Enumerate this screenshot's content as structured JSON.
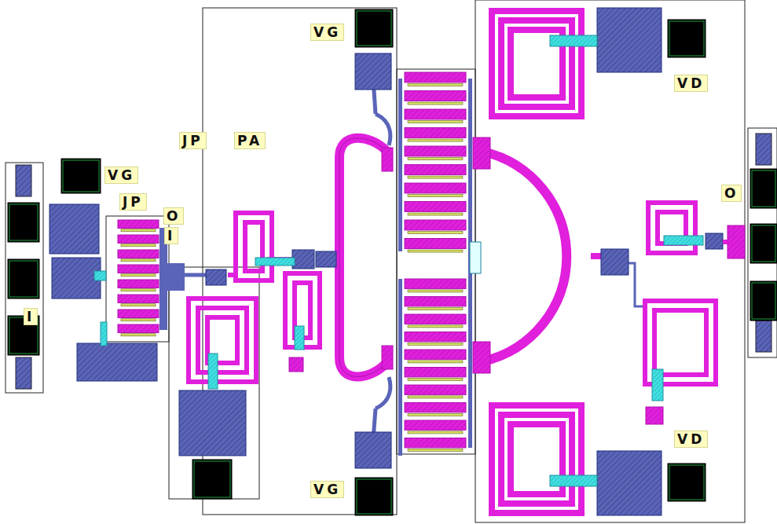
{
  "diagram": {
    "labels": [
      "VG",
      "VD",
      "JP",
      "PA",
      "VG",
      "O",
      "JP",
      "O",
      "I",
      "I",
      "VD",
      "VG"
    ]
  }
}
